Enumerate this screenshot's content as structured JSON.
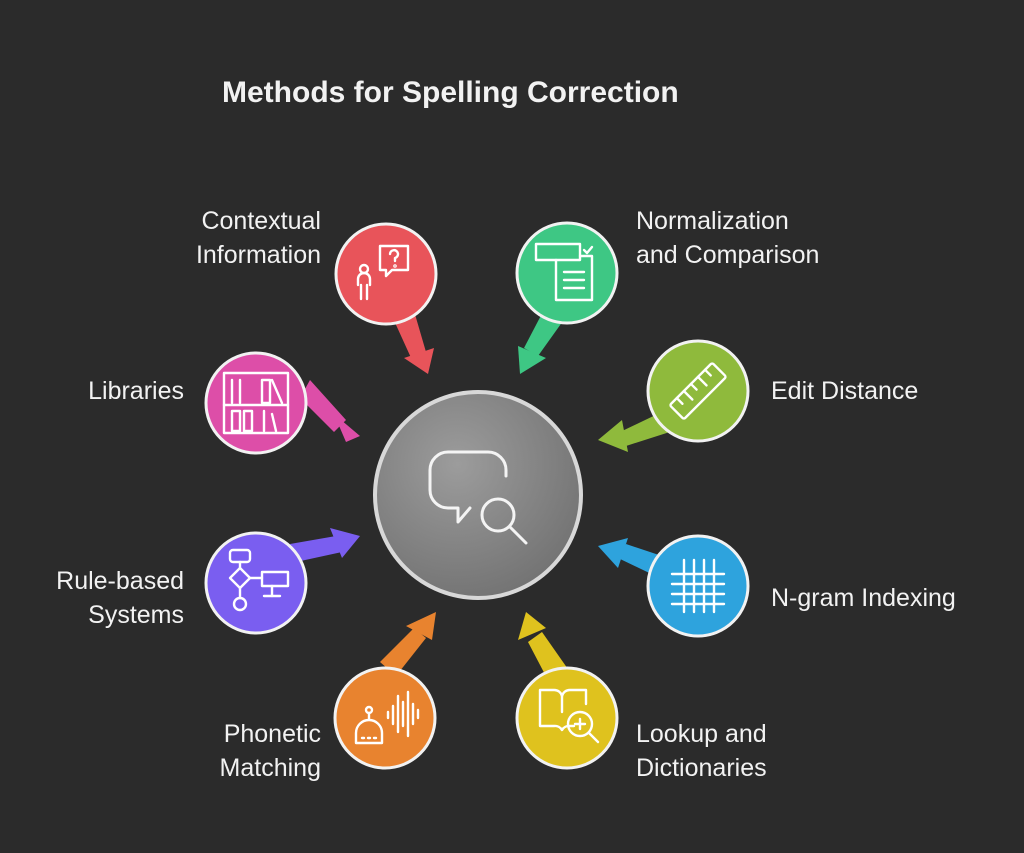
{
  "title": "Methods for Spelling Correction",
  "center": {
    "icon": "speech-bubble-search-icon",
    "color": "#8a8a8a"
  },
  "methods": [
    {
      "id": "contextual-information",
      "lines": [
        "Contextual",
        "Information"
      ],
      "color": "#e8545a",
      "icon": "person-question-icon"
    },
    {
      "id": "normalization-comparison",
      "lines": [
        "Normalization",
        "and Comparison"
      ],
      "color": "#3ec784",
      "icon": "document-check-icon"
    },
    {
      "id": "edit-distance",
      "lines": [
        "Edit Distance"
      ],
      "color": "#8fba3c",
      "icon": "ruler-icon"
    },
    {
      "id": "n-gram-indexing",
      "lines": [
        "N-gram Indexing"
      ],
      "color": "#2ea3dd",
      "icon": "grid-icon"
    },
    {
      "id": "lookup-dictionaries",
      "lines": [
        "Lookup and",
        "Dictionaries"
      ],
      "color": "#dfc21e",
      "icon": "book-search-icon"
    },
    {
      "id": "phonetic-matching",
      "lines": [
        "Phonetic",
        "Matching"
      ],
      "color": "#e8832f",
      "icon": "robot-soundwave-icon"
    },
    {
      "id": "rule-based-systems",
      "lines": [
        "Rule-based",
        "Systems"
      ],
      "color": "#7a5ef0",
      "icon": "flowchart-icon"
    },
    {
      "id": "libraries",
      "lines": [
        "Libraries"
      ],
      "color": "#dd4ea8",
      "icon": "bookshelf-icon"
    }
  ]
}
